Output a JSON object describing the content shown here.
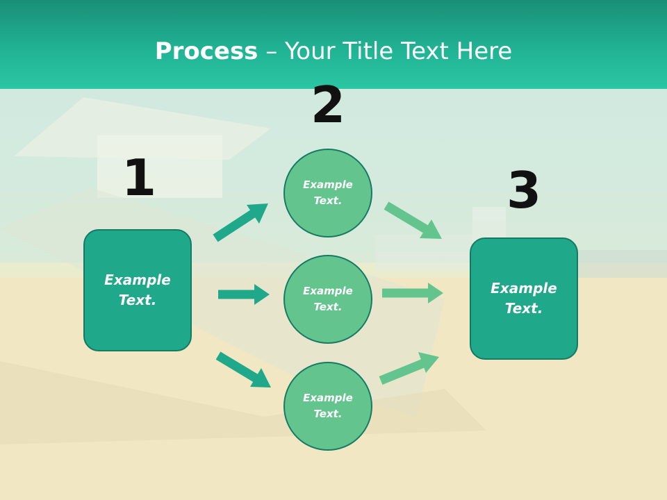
{
  "title": {
    "bold": "Process",
    "rest": " – Your Title Text Here"
  },
  "steps": [
    {
      "number": "1",
      "text": "Example Text."
    },
    {
      "number": "2",
      "items": [
        "Example Text.",
        "Example Text.",
        "Example Text."
      ]
    },
    {
      "number": "3",
      "text": "Example Text."
    }
  ],
  "colors": {
    "header": "#21b596",
    "box": "#1fa88a",
    "circle": "#63c58d",
    "arrow_dark": "#1fa88a",
    "arrow_light": "#63c58d"
  }
}
